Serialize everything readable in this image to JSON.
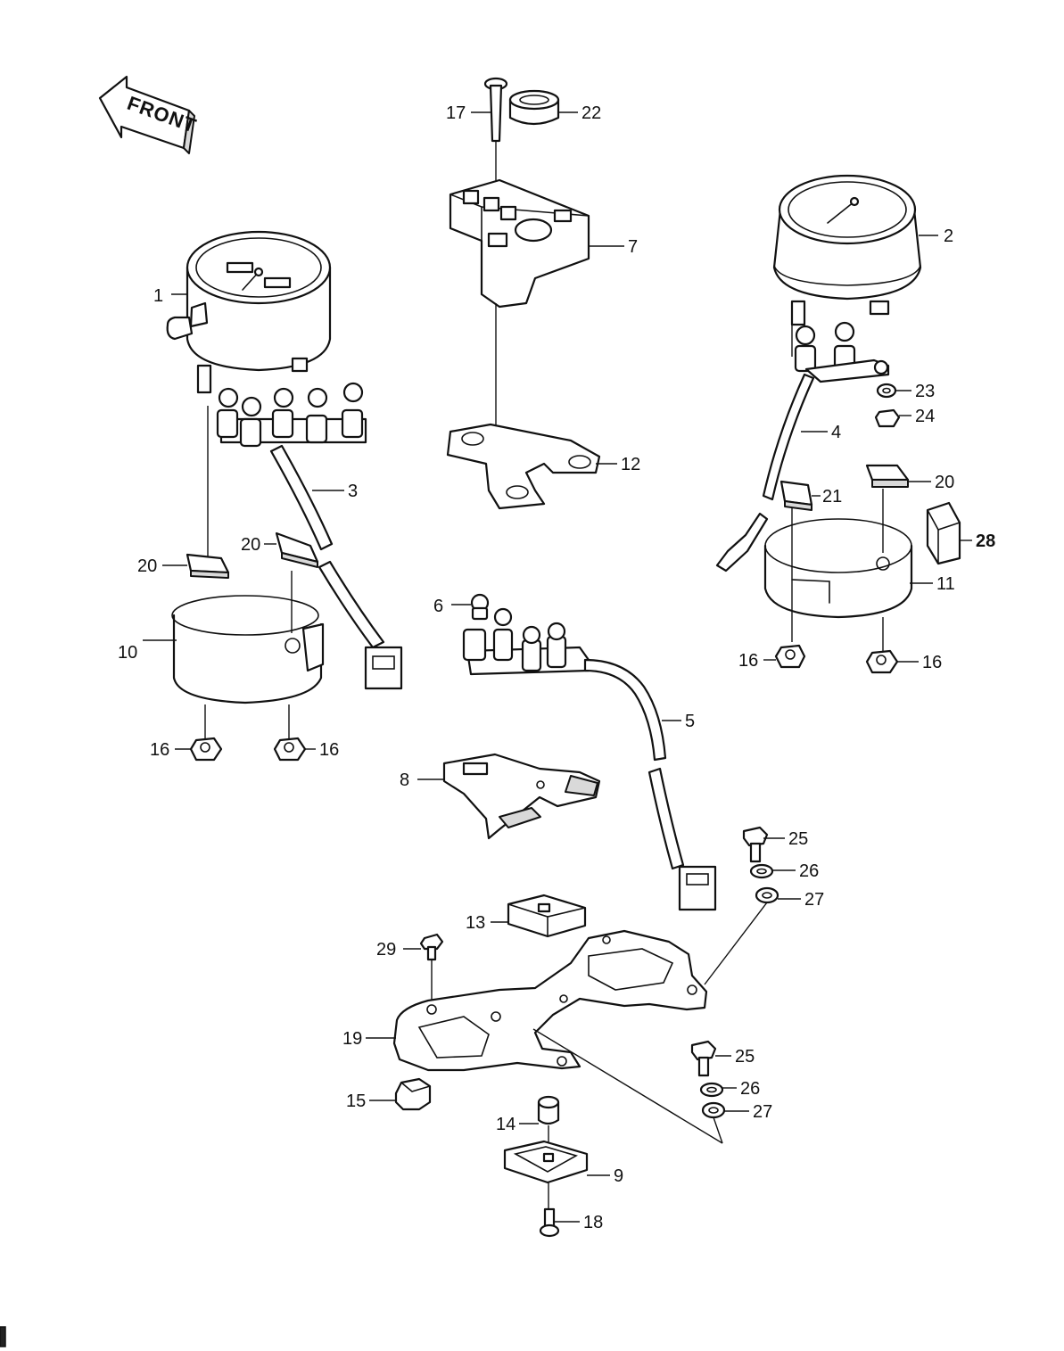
{
  "front_arrow": {
    "text": "FRONT"
  },
  "callouts": {
    "c1": "1",
    "c2": "2",
    "c3": "3",
    "c4": "4",
    "c5": "5",
    "c6": "6",
    "c7": "7",
    "c8": "8",
    "c9": "9",
    "c10": "10",
    "c11": "11",
    "c12": "12",
    "c13": "13",
    "c14": "14",
    "c15": "15",
    "c16a": "16",
    "c16b": "16",
    "c16c": "16",
    "c16d": "16",
    "c17": "17",
    "c18": "18",
    "c19": "19",
    "c20a": "20",
    "c20b": "20",
    "c20c": "20",
    "c21": "21",
    "c22": "22",
    "c23": "23",
    "c24": "24",
    "c25a": "25",
    "c25b": "25",
    "c26a": "26",
    "c26b": "26",
    "c27a": "27",
    "c27b": "27",
    "c28": "28",
    "c29": "29"
  }
}
